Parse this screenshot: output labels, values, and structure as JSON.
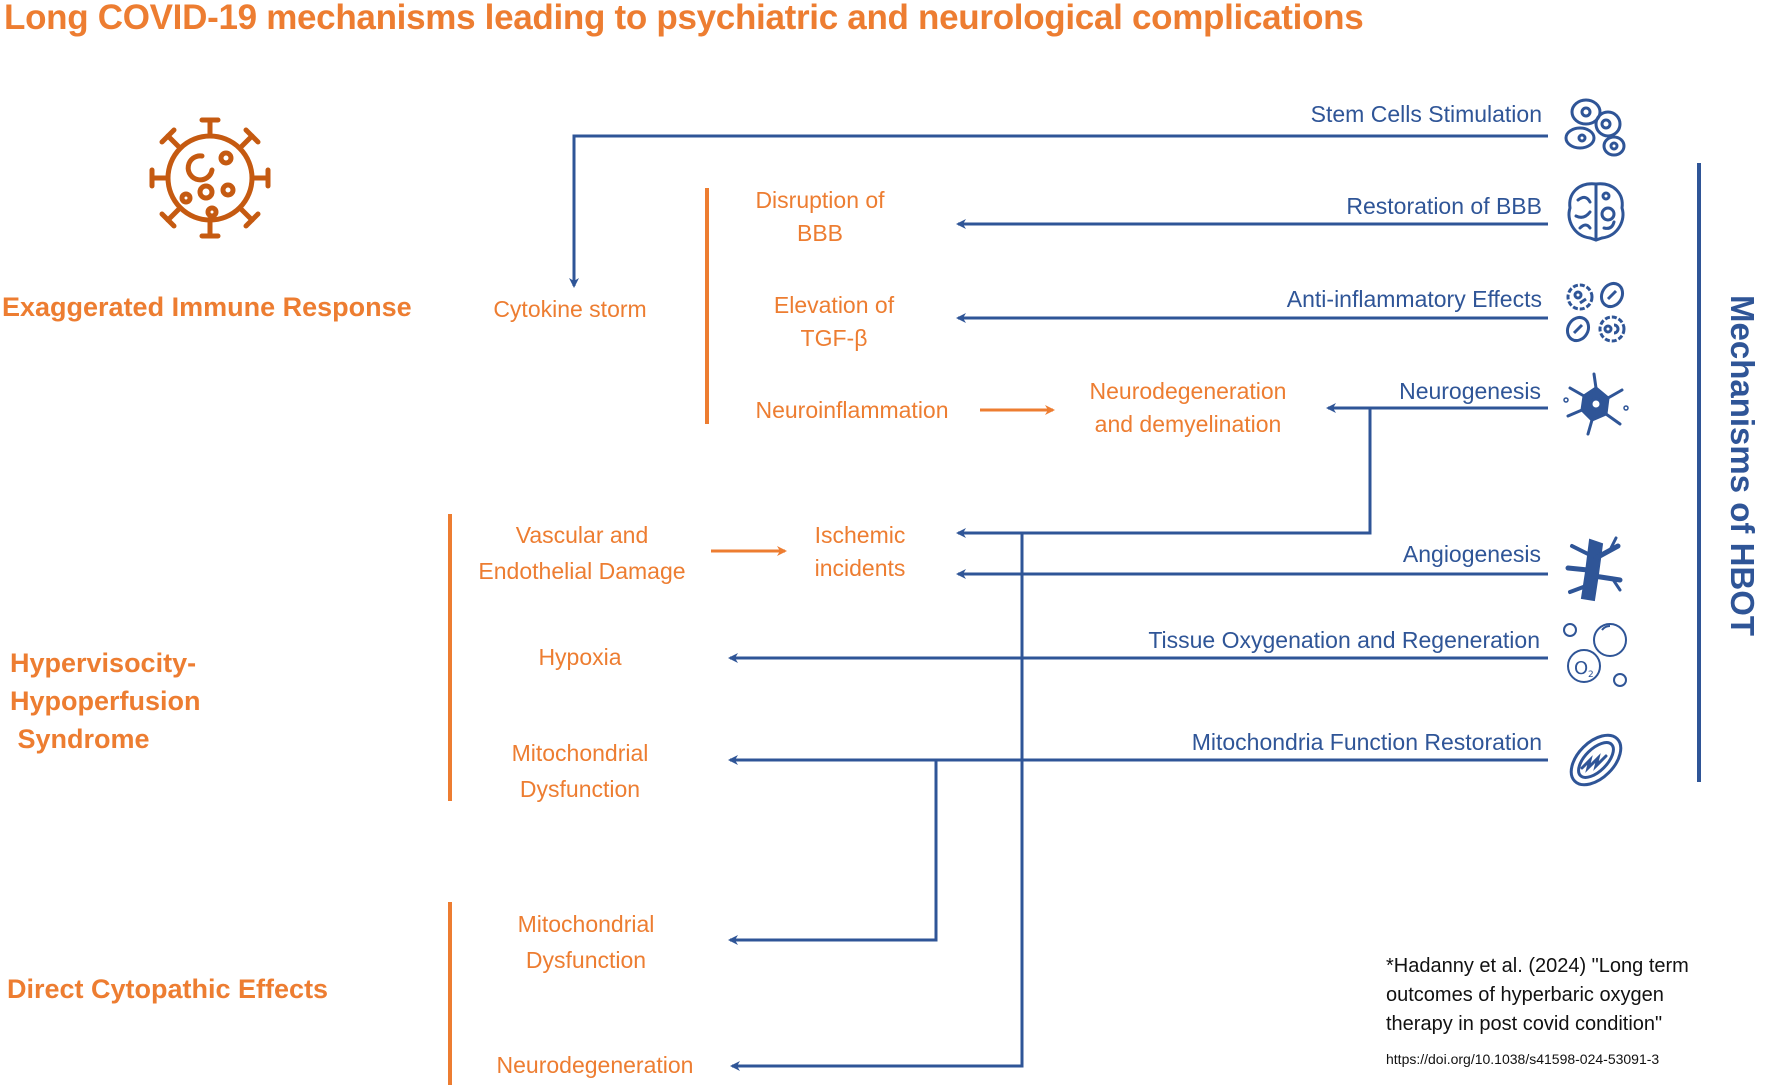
{
  "title": "Long COVID-19 mechanisms leading to psychiatric and neurological complications",
  "colors": {
    "covid_mechanism": "#ED7D31",
    "hbot_mechanism": "#2F5597",
    "citation": "#111111"
  },
  "categories": [
    {
      "id": "immune",
      "label": "Exaggerated Immune Response"
    },
    {
      "id": "hhs",
      "label_lines": [
        "Hypervisocity-",
        "Hypoperfusion",
        " Syndrome"
      ]
    },
    {
      "id": "cytopathic",
      "label": "Direct Cytopathic Effects"
    }
  ],
  "covid_nodes": {
    "cytokine_storm": [
      "Cytokine storm"
    ],
    "bbb_disruption": [
      "Disruption of",
      "BBB"
    ],
    "tgf_elevation": [
      "Elevation of",
      "TGF-β"
    ],
    "neuroinflammation": [
      "Neuroinflammation"
    ],
    "neurodegeneration_demyelination": [
      "Neurodegeneration",
      "and demyelination"
    ],
    "vascular_damage": [
      "Vascular and",
      "Endothelial Damage"
    ],
    "ischemic_incidents": [
      "Ischemic",
      "incidents"
    ],
    "hypoxia": [
      "Hypoxia"
    ],
    "mito_dysfunction_hhs": [
      "Mitochondrial",
      "Dysfunction"
    ],
    "mito_dysfunction_cyto": [
      "Mitochondrial",
      "Dysfunction"
    ],
    "neurodegeneration": [
      "Neurodegeneration"
    ]
  },
  "hbot_mechanisms": [
    {
      "label": "Stem Cells Stimulation",
      "icon": "stem-cells-icon",
      "targets": [
        "Cytokine storm"
      ]
    },
    {
      "label": "Restoration of BBB",
      "icon": "brain-icon",
      "targets": [
        "Disruption of BBB"
      ]
    },
    {
      "label": "Anti-inflammatory Effects",
      "icon": "immune-cells-icon",
      "targets": [
        "Elevation of TGF-β"
      ]
    },
    {
      "label": "Neurogenesis",
      "icon": "neuron-icon",
      "targets": [
        "Neurodegeneration and demyelination",
        "Ischemic incidents",
        "Neurodegeneration"
      ]
    },
    {
      "label": "Angiogenesis",
      "icon": "blood-vessel-icon",
      "targets": [
        "Ischemic incidents"
      ]
    },
    {
      "label": "Tissue Oxygenation and Regeneration",
      "icon": "oxygen-bubbles-icon",
      "targets": [
        "Hypoxia"
      ]
    },
    {
      "label": "Mitochondria Function Restoration",
      "icon": "mitochondria-icon",
      "targets": [
        "Mitochondrial Dysfunction",
        "Mitochondrial Dysfunction (cytopathic)"
      ]
    }
  ],
  "covid_links": [
    {
      "from": "Neuroinflammation",
      "to": "Neurodegeneration and demyelination"
    },
    {
      "from": "Vascular and Endothelial Damage",
      "to": "Ischemic incidents"
    }
  ],
  "hbot_heading": "Mechanisms of HBOT",
  "virus_icon": "virus-icon",
  "citation": {
    "lines": [
      "*Hadanny et al. (2024) \"Long term",
      "outcomes of hyperbaric oxygen",
      "therapy in post covid condition\""
    ],
    "doi": "https://doi.org/10.1038/s41598-024-53091-3"
  }
}
